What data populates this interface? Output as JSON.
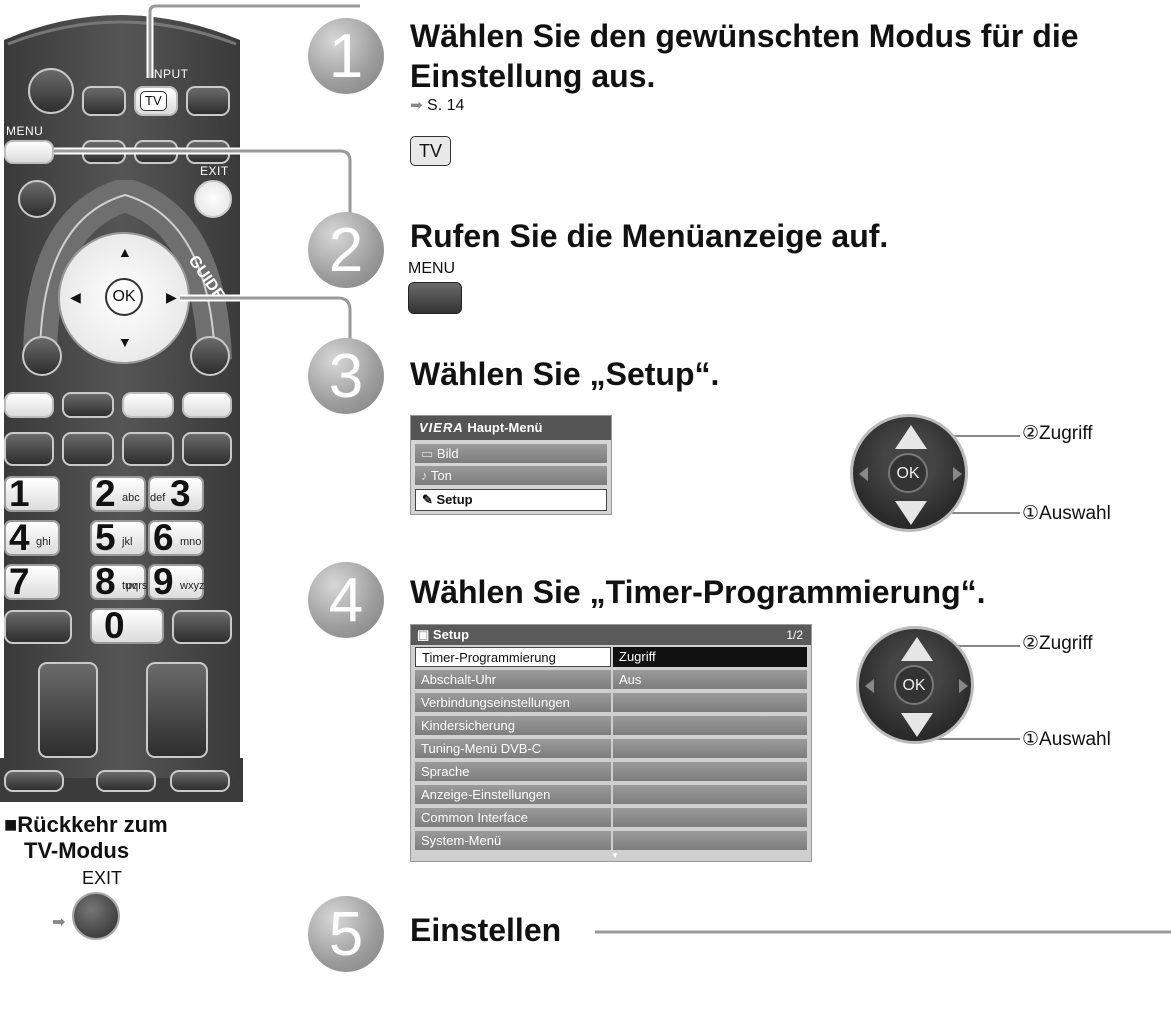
{
  "remote": {
    "input_label": "INPUT",
    "tv_label": "TV",
    "menu_label": "MENU",
    "exit_label": "EXIT",
    "guide_label": "GUIDE",
    "ok_label": "OK",
    "numpad": [
      {
        "digit": "1",
        "letters": ""
      },
      {
        "digit": "2",
        "letters": "abc"
      },
      {
        "digit": "3",
        "letters": "def"
      },
      {
        "digit": "4",
        "letters": "ghi"
      },
      {
        "digit": "5",
        "letters": "jkl"
      },
      {
        "digit": "6",
        "letters": "mno"
      },
      {
        "digit": "7",
        "letters": ""
      },
      {
        "digit": "8",
        "letters": "tuv"
      },
      {
        "digit": "9",
        "letters": "wxyz"
      },
      {
        "digit": "0",
        "letters": ""
      }
    ],
    "pqrs_label": "pqrs"
  },
  "return": {
    "title_line1": "■Rückkehr zum",
    "title_line2": "TV-Modus",
    "exit_label": "EXIT",
    "arrow": "➡"
  },
  "steps": [
    {
      "num": "1",
      "heading_line1": "Wählen Sie den gewünschten Modus für die",
      "heading_line2": "Einstellung aus.",
      "ref": "S. 14",
      "badge": "TV"
    },
    {
      "num": "2",
      "heading": "Rufen Sie die Menüanzeige auf.",
      "button_label": "MENU"
    },
    {
      "num": "3",
      "heading": "Wählen Sie „Setup“."
    },
    {
      "num": "4",
      "heading": "Wählen Sie „Timer-Programmierung“."
    },
    {
      "num": "5",
      "heading": "Einstellen"
    }
  ],
  "ref_arrow": "➡",
  "main_menu": {
    "brand": "VIERA",
    "title": "Haupt-Menü",
    "items": [
      "Bild",
      "Ton",
      "Setup"
    ],
    "selected": 2
  },
  "setup_menu": {
    "title": "Setup",
    "page": "1/2",
    "rows": [
      {
        "label": "Timer-Programmierung",
        "value": "Zugriff"
      },
      {
        "label": "Abschalt-Uhr",
        "value": "Aus"
      },
      {
        "label": "Verbindungseinstellungen",
        "value": ""
      },
      {
        "label": "Kindersicherung",
        "value": ""
      },
      {
        "label": "Tuning-Menü DVB-C",
        "value": ""
      },
      {
        "label": "Sprache",
        "value": ""
      },
      {
        "label": "Anzeige-Einstellungen",
        "value": ""
      },
      {
        "label": "Common Interface",
        "value": ""
      },
      {
        "label": "System-Menü",
        "value": ""
      }
    ]
  },
  "dpad_callouts": {
    "access": "②Zugriff",
    "select": "①Auswahl",
    "ok": "OK"
  }
}
